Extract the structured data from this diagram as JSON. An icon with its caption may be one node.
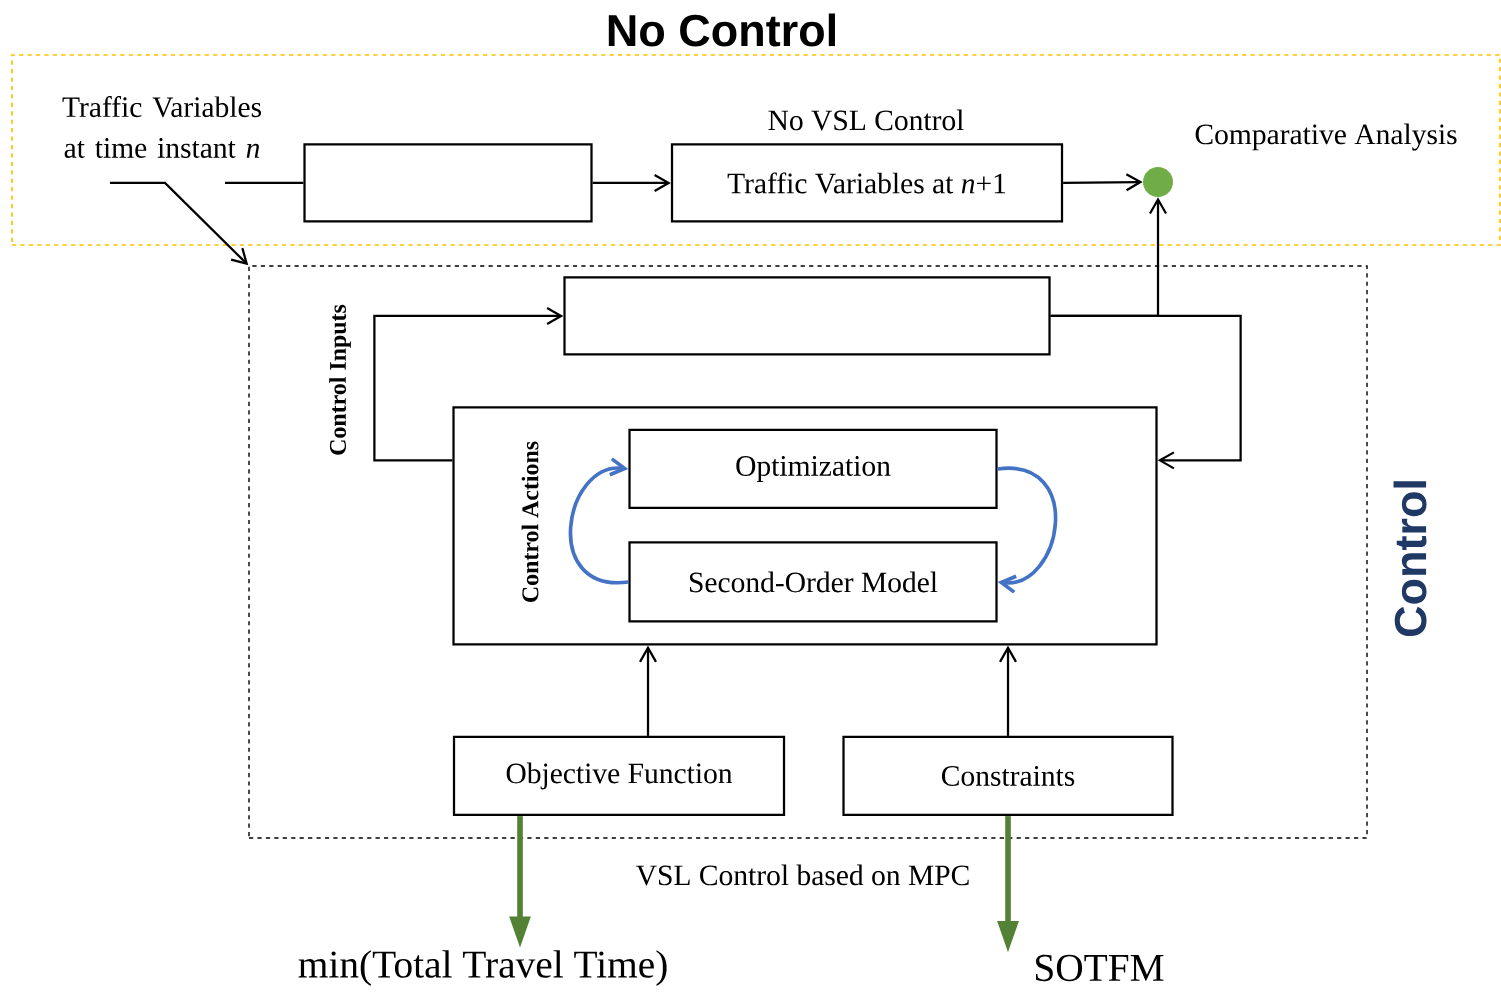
{
  "diagram": {
    "nodes": [
      {
        "text": [
          "No Control"
        ]
      },
      {
        "text": [
          "Traffic Variables at time instant *n*"
        ],
        "in": 0
      },
      {
        "text": [],
        "shape": "box",
        "in": 0
      },
      {
        "text": [
          "Traffic Variables at *n*+1"
        ],
        "beside": [
          "No VSL Control"
        ],
        "in": 0
      },
      {
        "text": [],
        "shape": "circle",
        "beside": [
          "Comparative Analysis"
        ],
        "in": 0
      },
      {
        "text": [
          "Control"
        ],
        "beside": [
          "VSL Control based on MPC"
        ]
      },
      {
        "text": [],
        "shape": "box",
        "in": 5
      },
      {
        "text": [
          "Control Actions"
        ],
        "in": 5
      },
      {
        "text": [
          "Optimization"
        ],
        "in": 7
      },
      {
        "text": [
          "Second-Order Model"
        ],
        "in": 7
      },
      {
        "text": [
          "Objective Function"
        ],
        "in": 5
      },
      {
        "text": [
          "Constraints"
        ],
        "in": 5
      },
      {
        "text": [
          "min(Total Travel Time)"
        ]
      },
      {
        "text": [
          "SOTFM"
        ]
      }
    ],
    "edges": [
      {
        "from": 1,
        "to": 2,
        "arrow": "none"
      },
      {
        "from": 1,
        "to": 5,
        "arrow": "to"
      },
      {
        "from": 2,
        "to": 3,
        "arrow": "to"
      },
      {
        "from": 3,
        "to": 4,
        "arrow": "to"
      },
      {
        "from": 6,
        "to": 4,
        "arrow": "to"
      },
      {
        "from": 7,
        "to": 6,
        "arrow": "to",
        "label": "Control Inputs"
      },
      {
        "from": 6,
        "to": 7,
        "arrow": "to"
      },
      {
        "from": 8,
        "to": 9,
        "arrow": "to",
        "color": "#4472c4"
      },
      {
        "from": 9,
        "to": 8,
        "arrow": "to",
        "color": "#4472c4"
      },
      {
        "from": 10,
        "to": 7,
        "arrow": "to"
      },
      {
        "from": 11,
        "to": 7,
        "arrow": "to"
      },
      {
        "from": 10,
        "to": 12,
        "arrow": "to",
        "style": "thick",
        "color": "#548235"
      },
      {
        "from": 11,
        "to": 13,
        "arrow": "to",
        "style": "thick",
        "color": "#548235"
      }
    ]
  }
}
